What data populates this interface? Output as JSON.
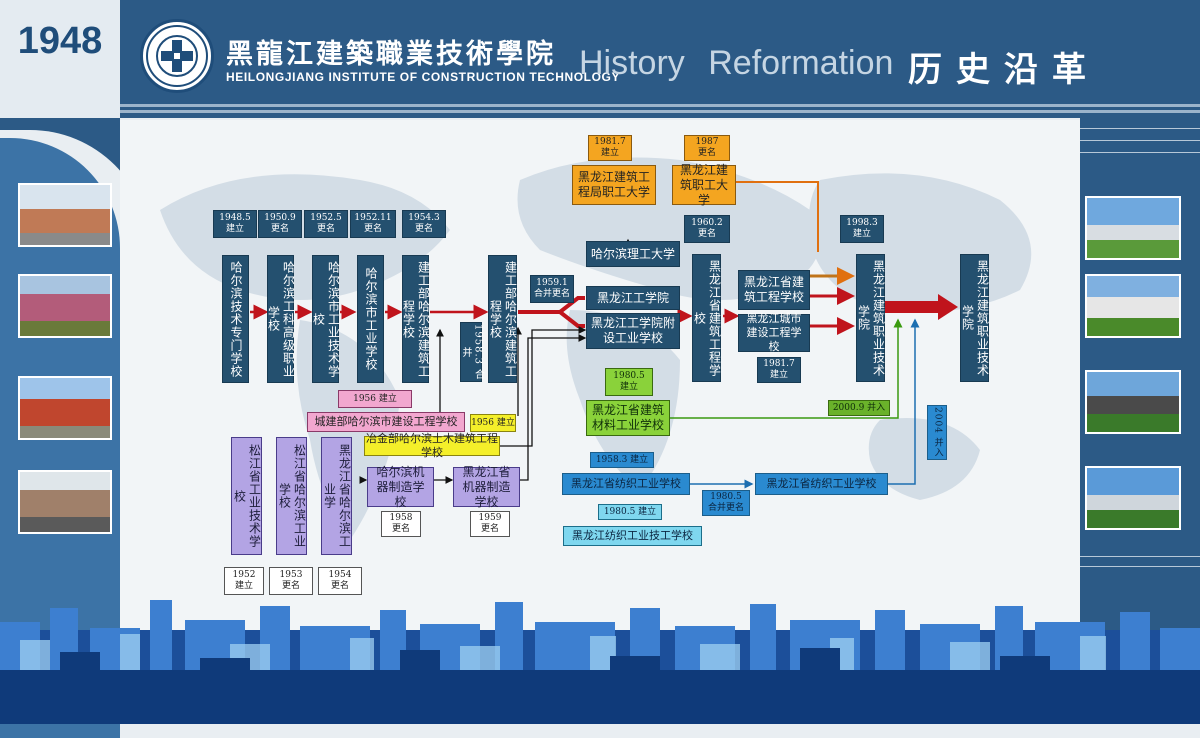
{
  "header": {
    "year": "1948",
    "school_name_cn": "黑龍江建築職業技術學院",
    "school_name_en": "HEILONGJIANG INSTITUTE OF CONSTRUCTION TECHNOLOGY",
    "title_en": "History Reformation",
    "title_cn": "历史沿革"
  },
  "colors": {
    "banner": "#2c5a86",
    "main_box": "#24506f",
    "arrow": "#c0141c"
  },
  "main_line": [
    {
      "name": "哈尔滨技术专门学校",
      "label": "1948.5\n建立"
    },
    {
      "name": "哈尔滨工科高级职业学校",
      "label": "1950.9\n更名"
    },
    {
      "name": "哈尔滨市工业技术学校",
      "label": "1952.5\n更名"
    },
    {
      "name": "哈尔滨市工业学校",
      "label": "1952.11\n更名"
    },
    {
      "name": "建工部哈尔滨建筑工程学校",
      "label": "1954.3\n更名"
    },
    {
      "name": "建工部哈尔滨建筑工程学校"
    },
    {
      "name": "黑龙江省建筑工程学校",
      "label": "1960.2\n更名"
    },
    {
      "name": "黑龙江建筑职业技术学院",
      "label": "1998.3\n建立"
    },
    {
      "name": "黑龙江建筑职业技术学院"
    }
  ],
  "merge_1959": "1959.1\n合并更名",
  "merge_1958": "1958.3 合并",
  "upper": {
    "harbin_tech_univ": "哈尔滨理工大学",
    "hlj_tech": "黑龙江工学院",
    "hlj_tech_affiliated": "黑龙江工学院附设工业学校",
    "hlj_construction_school": "黑龙江省建筑工程学校",
    "hlj_urban_school": "黑龙江城市建设工程学校",
    "urban_label": "1981.7\n建立",
    "workers_univ_1": "黑龙江建筑工程局职工大学",
    "workers_univ_1_label": "1981.7\n建立",
    "workers_univ_2": "黑龙江建筑职工大学",
    "workers_univ_2_label": "1987\n更名"
  },
  "pink": {
    "label": "1956 建立",
    "name": "城建部哈尔滨市建设工程学校"
  },
  "yellow": {
    "label": "1956 建立",
    "name": "冶金部哈尔滨土木建筑工程学校"
  },
  "purple": [
    {
      "name": "松江省工业技术学校",
      "label": "1952\n建立"
    },
    {
      "name": "松江省哈尔滨工业学校",
      "label": "1953\n更名"
    },
    {
      "name": "黑龙江省哈尔滨工业学",
      "label": "1954\n更名"
    },
    {
      "name": "哈尔滨机器制造学校",
      "label": "1958\n更名"
    },
    {
      "name": "黑龙江省机器制造学校",
      "label": "1959\n更名"
    }
  ],
  "green": {
    "label": "1980.5\n建立",
    "name": "黑龙江省建筑材料工业学校",
    "merge": "2000.9 并入"
  },
  "blue": {
    "label": "1958.3 建立",
    "name": "黑龙江省纺织工业学校",
    "name2": "黑龙江省纺织工业学校",
    "side_label": "1980.5\n合并更名",
    "merge": "2004 并入"
  },
  "cyan": {
    "label": "1980.5 建立",
    "name": "黑龙江纺织工业技工学校"
  }
}
